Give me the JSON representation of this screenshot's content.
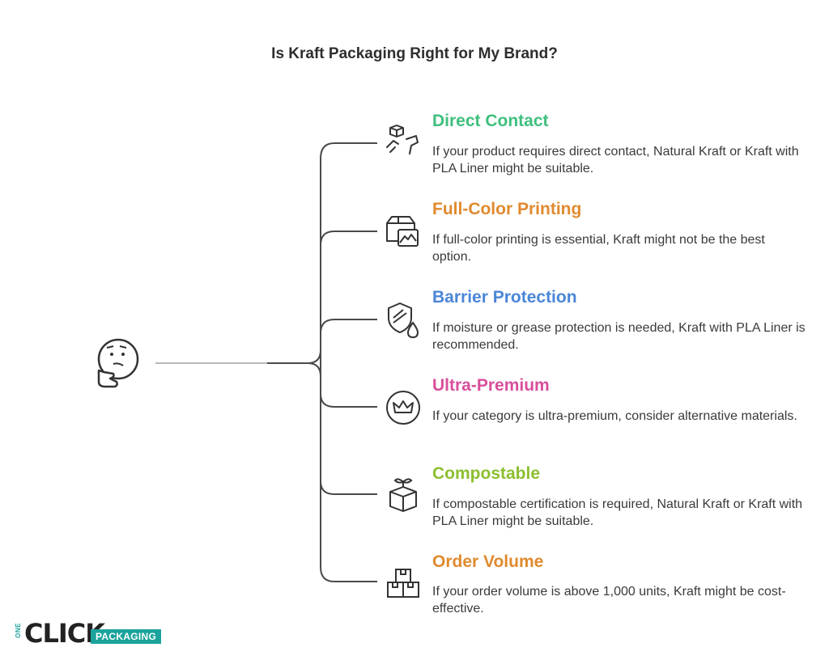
{
  "title": "Is Kraft Packaging Right for My Brand?",
  "center_icon": "thinking-face-icon",
  "items": [
    {
      "title": "Direct Contact",
      "color": "#3fbf7f",
      "icon": "contact-shipping-icon",
      "desc": "If your product requires direct contact, Natural Kraft or Kraft with PLA Liner might be suitable."
    },
    {
      "title": "Full-Color Printing",
      "color": "#e08a2e",
      "icon": "box-image-icon",
      "desc": "If full-color printing is essential, Kraft might not be the best option."
    },
    {
      "title": "Barrier Protection",
      "color": "#4a86d8",
      "icon": "shield-drop-icon",
      "desc": "If moisture or grease protection is needed, Kraft with PLA Liner is recommended."
    },
    {
      "title": "Ultra-Premium",
      "color": "#d94f9c",
      "icon": "crown-icon",
      "desc": "If your category is ultra-premium, consider alternative materials."
    },
    {
      "title": "Compostable",
      "color": "#8cbf2f",
      "icon": "sprout-box-icon",
      "desc": "If compostable certification is required, Natural Kraft or Kraft with PLA Liner might be suitable."
    },
    {
      "title": "Order Volume",
      "color": "#e08a2e",
      "icon": "stacked-boxes-icon",
      "desc": "If your order volume is above 1,000 units, Kraft might be cost-effective."
    }
  ],
  "logo": {
    "one": "ONE",
    "click": "CLICK",
    "packaging": "PACKAGING"
  }
}
